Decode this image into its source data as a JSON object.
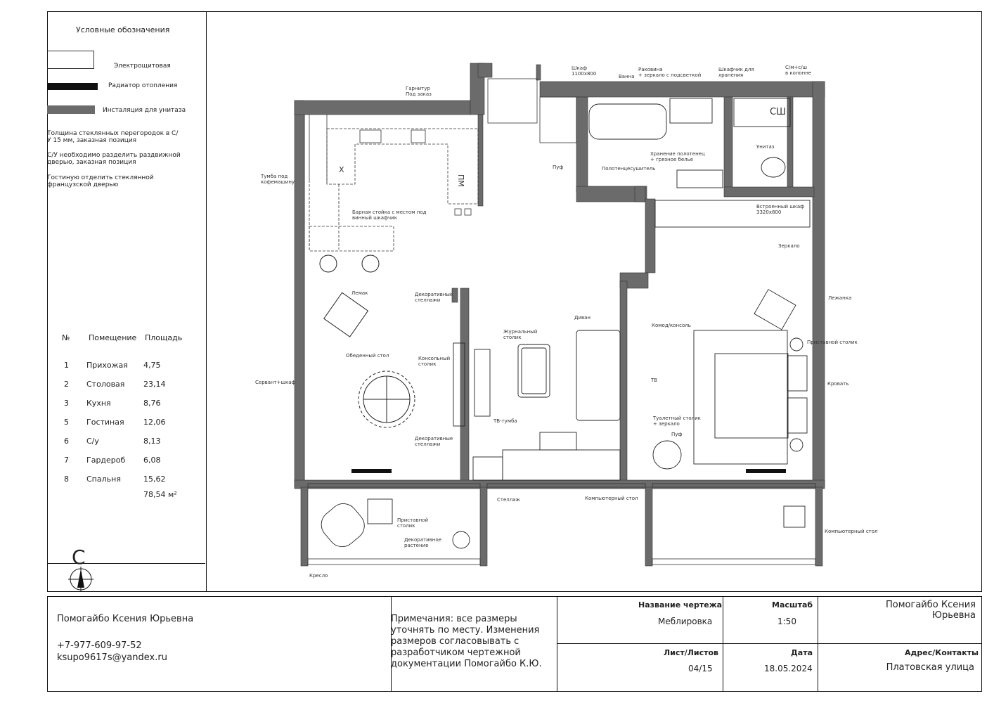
{
  "legend": {
    "title": "Условные обозначения",
    "items": [
      {
        "label": "Электрощитовая"
      },
      {
        "label": "Радиатор отопления"
      },
      {
        "label": "Инсталяция для унитаза"
      }
    ],
    "notes": [
      "Толщина стеклянных перегородок в С/У 15 мм, заказная позиция",
      "С/У необходимо разделить раздвижной дверью, заказная позиция",
      "Гостиную отделить стеклянной французской дверью"
    ]
  },
  "rooms": {
    "headers": [
      "№",
      "Помещение",
      "Площадь"
    ],
    "rows": [
      {
        "num": "1",
        "name": "Прихожая",
        "area": "4,75"
      },
      {
        "num": "2",
        "name": "Столовая",
        "area": "23,14"
      },
      {
        "num": "3",
        "name": "Кухня",
        "area": "8,76"
      },
      {
        "num": "5",
        "name": "Гостиная",
        "area": "12,06"
      },
      {
        "num": "6",
        "name": "С/у",
        "area": "8,13"
      },
      {
        "num": "7",
        "name": "Гардероб",
        "area": "6,08"
      },
      {
        "num": "8",
        "name": "Спальня",
        "area": "15,62"
      }
    ],
    "total": "78,54 м²"
  },
  "compass": {
    "letter": "С"
  },
  "plan_labels": {
    "garnitur": "Гарнитур\nПод заказ",
    "shkaf": "Шкаф\n1100х800",
    "vanna": "Ванна",
    "rakovina": "Раковина\n+ зеркало с подсветкой",
    "shkafchik": "Шкафчик для\nхранения",
    "sms": "С/м+с/ш\nв колонне",
    "sch": "СШ",
    "pm": "ПМ",
    "x": "Х",
    "unitaz": "Унитаз",
    "puf1": "Пуф",
    "polotenc": "Полотенцесушитель",
    "hranenie": "Хранение полотенец\n+ грязное белье",
    "tumba": "Тумба под\nкофемашину",
    "barnaya": "Барная стойка с местом под\nвинный шкафчик",
    "vstroenny": "Встроенный шкаф\n3320х800",
    "zerkalo": "Зеркало",
    "lemak": "Лемак",
    "dekor1": "Декоративные\nстеллажи",
    "dekor2": "Декоративные\nстеллажи",
    "konsol_stolik": "Консольный\nстолик",
    "obed_stol": "Обеденный стол",
    "servant": "Сервант+шкаф",
    "zhurnal": "Журнальный\nстолик",
    "divan": "Диван",
    "tv_tumba": "ТВ-тумба",
    "komod": "Комод/консоль",
    "tv": "ТВ",
    "tualet": "Туалетный столик\n+ зеркало",
    "puf2": "Пуф",
    "lezhanka": "Лежанка",
    "pristav1": "Приставной столик",
    "krovat": "Кровать",
    "stellazh": "Стеллаж",
    "komp_stol1": "Компьютерный стол",
    "komp_stol2": "Компьютерный стол",
    "pristav2": "Приставной\nстолик",
    "dekor_rast": "Декоративное\nрастение",
    "kreslo": "Кресло"
  },
  "stamp": {
    "author": "Помогайбо Ксения Юрьевна",
    "phone": "+7-977-609-97-52",
    "email": "ksupo9617s@yandex.ru",
    "notes": "Примечания: все размеры уточнять по месту. Изменения размеров согласовывать с разработчиком чертежной документации Помогайбо К.Ю.",
    "title_label": "Название чертежа",
    "title_value": "Меблировка",
    "scale_label": "Масштаб",
    "scale_value": "1:50",
    "sheet_label": "Лист/Листов",
    "sheet_value": "04/15",
    "date_label": "Дата",
    "date_value": "18.05.2024",
    "designer": "Помогайбо Ксения\nЮрьевна",
    "address_label": "Адрес/Контакты",
    "address_value": "Платовская улица"
  },
  "colors": {
    "wall": "#6b6b6b",
    "line": "#222222",
    "radiator": "#111111"
  }
}
